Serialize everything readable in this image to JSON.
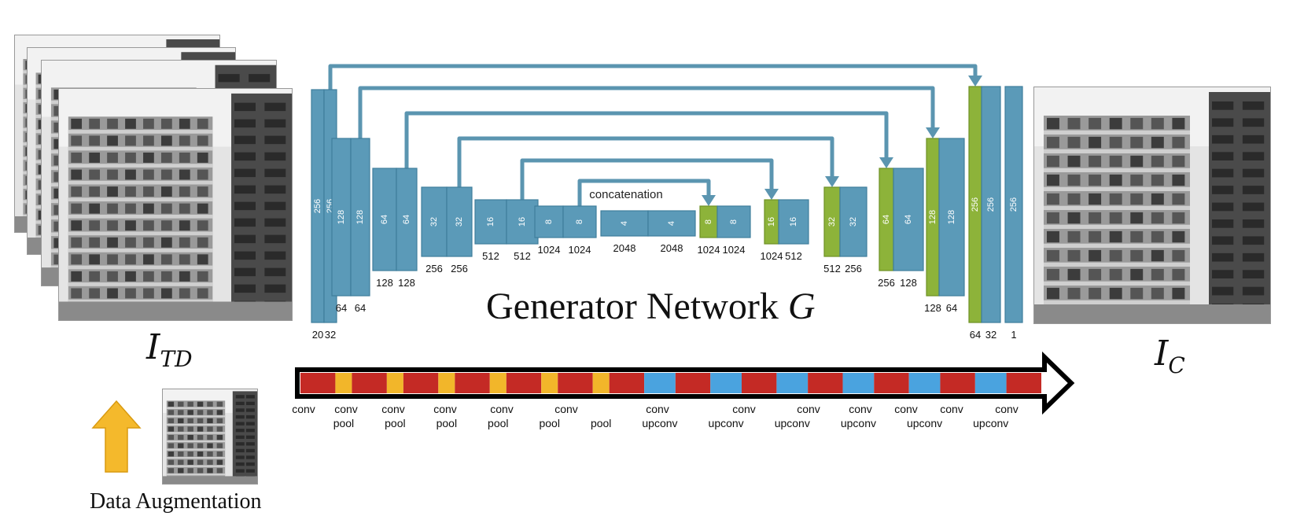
{
  "title_prefix": "Generator Network ",
  "title_symbol": "G",
  "input_symbol": {
    "base": "I",
    "sub": "TD"
  },
  "output_symbol": {
    "base": "I",
    "sub": "C"
  },
  "augmentation_label": "Data Augmentation",
  "concat_label": "concatenation",
  "colors": {
    "block": "#5b9ab8",
    "block_edge": "#3f7e9c",
    "skip_block": "#8db33a",
    "arrow": "#5b95b0",
    "pipeline_red": "#c42a25",
    "pipeline_yellow": "#f2b62a",
    "pipeline_blue": "#4aa3df",
    "aug_arrow": "#f4b92c"
  },
  "blocks": [
    {
      "label": "256",
      "bottom": "20",
      "skip": false
    },
    {
      "label": "256",
      "bottom": "32",
      "skip": false
    },
    {
      "label": "128",
      "bottom": "64",
      "skip": false
    },
    {
      "label": "128",
      "bottom": "64",
      "skip": false
    },
    {
      "label": "64",
      "bottom": "128",
      "skip": false
    },
    {
      "label": "64",
      "bottom": "128",
      "skip": false
    },
    {
      "label": "32",
      "bottom": "256",
      "skip": false
    },
    {
      "label": "32",
      "bottom": "256",
      "skip": false
    },
    {
      "label": "16",
      "bottom": "512",
      "skip": false
    },
    {
      "label": "16",
      "bottom": "512",
      "skip": false
    },
    {
      "label": "8",
      "bottom": "1024",
      "skip": false
    },
    {
      "label": "8",
      "bottom": "1024",
      "skip": false
    },
    {
      "label": "4",
      "bottom": "2048",
      "skip": false
    },
    {
      "label": "4",
      "bottom": "2048",
      "skip": false
    },
    {
      "label": "8",
      "bottom": "1024",
      "skip": true
    },
    {
      "label": "8",
      "bottom": "1024",
      "skip": false
    },
    {
      "label": "16",
      "bottom": "1024",
      "skip": true
    },
    {
      "label": "16",
      "bottom": "512",
      "skip": false
    },
    {
      "label": "32",
      "bottom": "512",
      "skip": true
    },
    {
      "label": "32",
      "bottom": "256",
      "skip": false
    },
    {
      "label": "64",
      "bottom": "256",
      "skip": true
    },
    {
      "label": "64",
      "bottom": "128",
      "skip": false
    },
    {
      "label": "128",
      "bottom": "128",
      "skip": true
    },
    {
      "label": "128",
      "bottom": "64",
      "skip": false
    },
    {
      "label": "256",
      "bottom": "64",
      "skip": true
    },
    {
      "label": "256",
      "bottom": "32",
      "skip": false
    },
    {
      "label": "256",
      "bottom": "1",
      "skip": false
    }
  ],
  "pipeline": {
    "segments": [
      "red",
      "yellow",
      "red",
      "yellow",
      "red",
      "yellow",
      "red",
      "yellow",
      "red",
      "yellow",
      "red",
      "yellow",
      "red",
      "blue",
      "red",
      "blue",
      "red",
      "blue",
      "red",
      "blue",
      "red",
      "blue",
      "red",
      "blue",
      "red"
    ],
    "top_labels": [
      "conv",
      "conv",
      "conv",
      "conv",
      "conv",
      "conv",
      "conv",
      "conv",
      "conv",
      "conv",
      "conv",
      "conv",
      "conv"
    ],
    "bottom_labels": [
      "pool",
      "pool",
      "pool",
      "pool",
      "pool",
      "pool",
      "upconv",
      "upconv",
      "upconv",
      "upconv",
      "upconv",
      "upconv"
    ]
  }
}
